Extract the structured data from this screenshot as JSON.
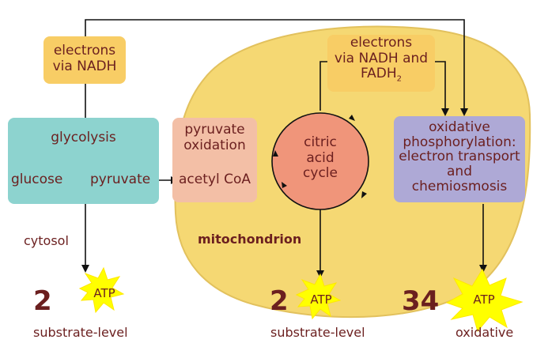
{
  "colors": {
    "mitochondrion": "#f5d873",
    "mitochondrion_edge": "#e2c15d",
    "electron_box": "#f8cd65",
    "glycolysis_box": "#8dd3cf",
    "pyruvate_box": "#f3bfa6",
    "citric_circle": "#f0957a",
    "oxphos_box": "#aea9d6",
    "star": "#ffff00",
    "star_edge": "#ffe800",
    "text": "#6b1f1f",
    "arrow": "#111111"
  },
  "labels": {
    "electrons_nadh": [
      "electrons",
      "via NADH"
    ],
    "electrons_nadh_fadh2": [
      "electrons",
      "via NADH and",
      "FADH",
      "2"
    ],
    "glycolysis": "glycolysis",
    "glucose": "glucose",
    "pyruvate": "pyruvate",
    "pyruvate_oxidation": [
      "pyruvate",
      "oxidation"
    ],
    "acetyl_coa": "acetyl CoA",
    "citric_acid_cycle": [
      "citric",
      "acid",
      "cycle"
    ],
    "oxidative_phosphorylation": [
      "oxidative",
      "phosphorylation:",
      "electron transport",
      "and",
      "chemiosmosis"
    ],
    "cytosol": "cytosol",
    "mitochondrion": "mitochondrion"
  },
  "atp": [
    {
      "count": "2",
      "label": "ATP",
      "type": "substrate-level"
    },
    {
      "count": "2",
      "label": "ATP",
      "type": "substrate-level"
    },
    {
      "count": "34",
      "label": "ATP",
      "type": "oxidative"
    }
  ]
}
